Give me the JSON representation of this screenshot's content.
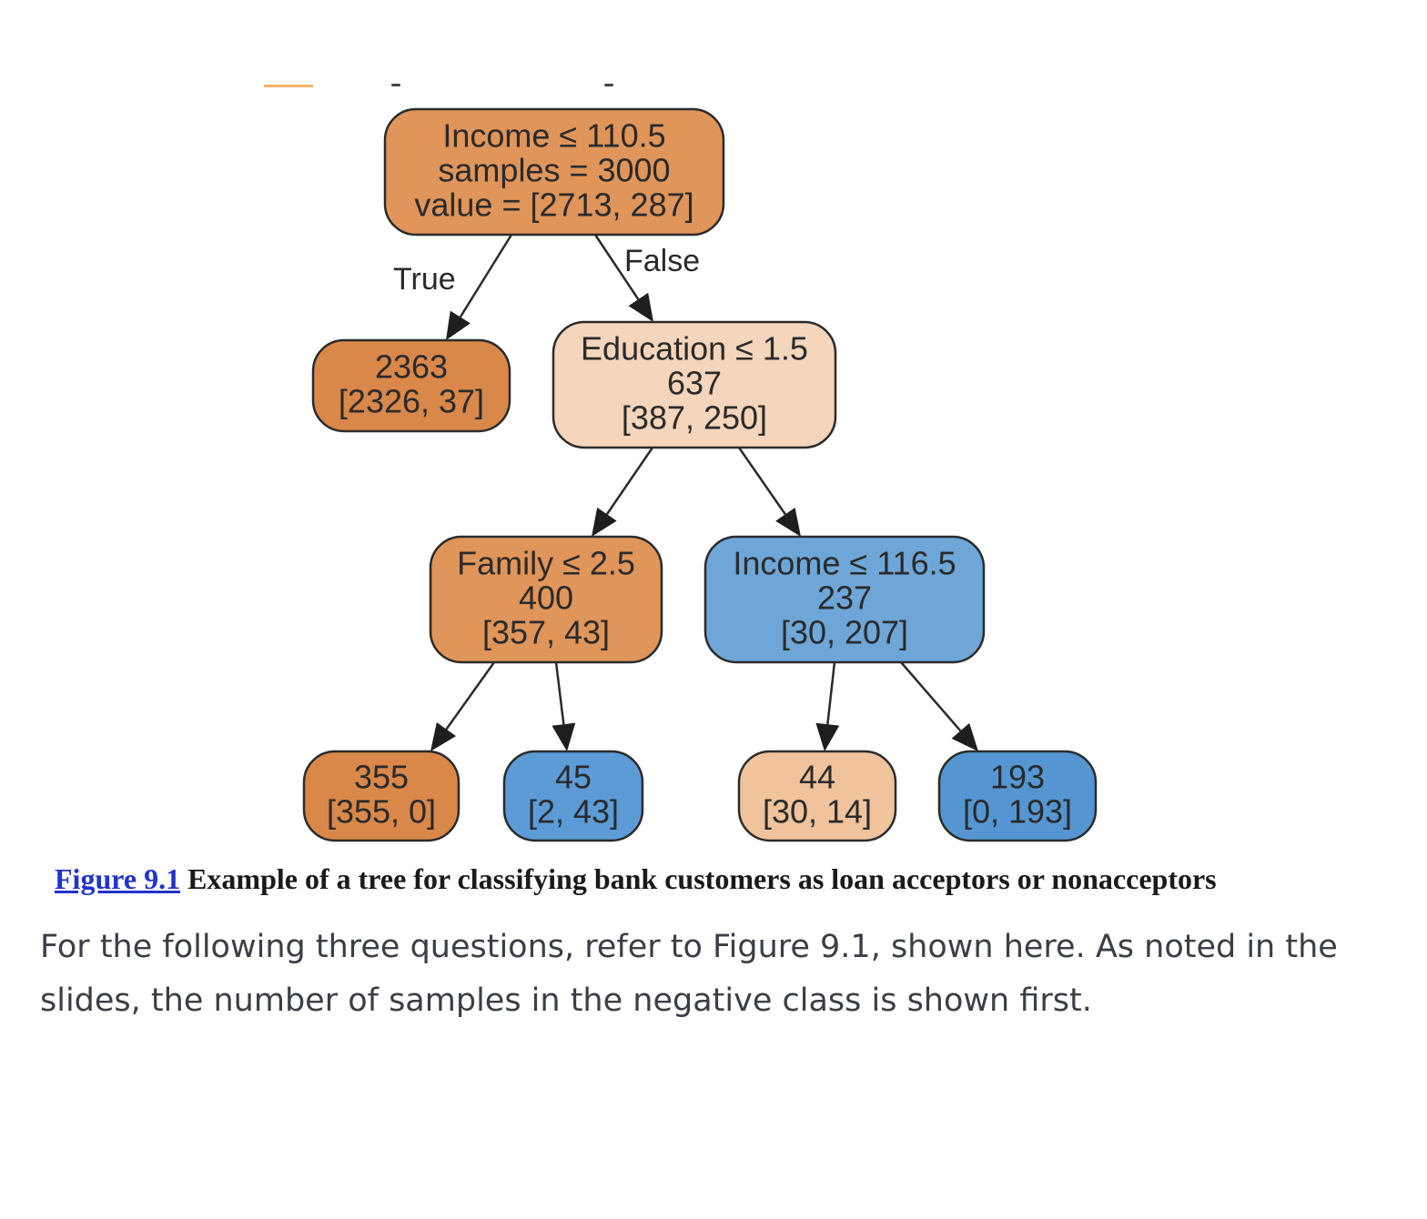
{
  "tree": {
    "nodes": [
      {
        "id": "root",
        "lines": [
          "Income ≤ 110.5",
          "samples = 3000",
          "value = [2713, 287]"
        ],
        "fill": "#e0955a"
      },
      {
        "id": "leaf-true",
        "lines": [
          "2363",
          "[2326, 37]"
        ],
        "fill": "#d9884a"
      },
      {
        "id": "education",
        "lines": [
          "Education ≤ 1.5",
          "637",
          "[387, 250]"
        ],
        "fill": "#f5d5bb"
      },
      {
        "id": "family",
        "lines": [
          "Family ≤ 2.5",
          "400",
          "[357, 43]"
        ],
        "fill": "#e0955a"
      },
      {
        "id": "income2",
        "lines": [
          "Income ≤ 116.5",
          "237",
          "[30, 207]"
        ],
        "fill": "#6ea6d8"
      },
      {
        "id": "leaf-355",
        "lines": [
          "355",
          "[355, 0]"
        ],
        "fill": "#d9884a"
      },
      {
        "id": "leaf-45",
        "lines": [
          "45",
          "[2, 43]"
        ],
        "fill": "#5c9bd6"
      },
      {
        "id": "leaf-44",
        "lines": [
          "44",
          "[30, 14]"
        ],
        "fill": "#f0c39c"
      },
      {
        "id": "leaf-193",
        "lines": [
          "193",
          "[0, 193]"
        ],
        "fill": "#5596d2"
      }
    ],
    "edges": [
      {
        "from": "root",
        "to": "leaf-true"
      },
      {
        "from": "root",
        "to": "education"
      },
      {
        "from": "education",
        "to": "family"
      },
      {
        "from": "education",
        "to": "income2"
      },
      {
        "from": "family",
        "to": "leaf-355"
      },
      {
        "from": "family",
        "to": "leaf-45"
      },
      {
        "from": "income2",
        "to": "leaf-44"
      },
      {
        "from": "income2",
        "to": "leaf-193"
      }
    ],
    "edge_labels": {
      "true_label": "True",
      "false_label": "False"
    }
  },
  "caption": {
    "link_text": "Figure 9.1",
    "text": " Example of a tree for classifying bank customers as loan acceptors or nonacceptors"
  },
  "body": {
    "paragraph": "For the following three questions, refer to Figure 9.1, shown here. As noted in the slides, the number of samples in the negative class is shown first."
  }
}
